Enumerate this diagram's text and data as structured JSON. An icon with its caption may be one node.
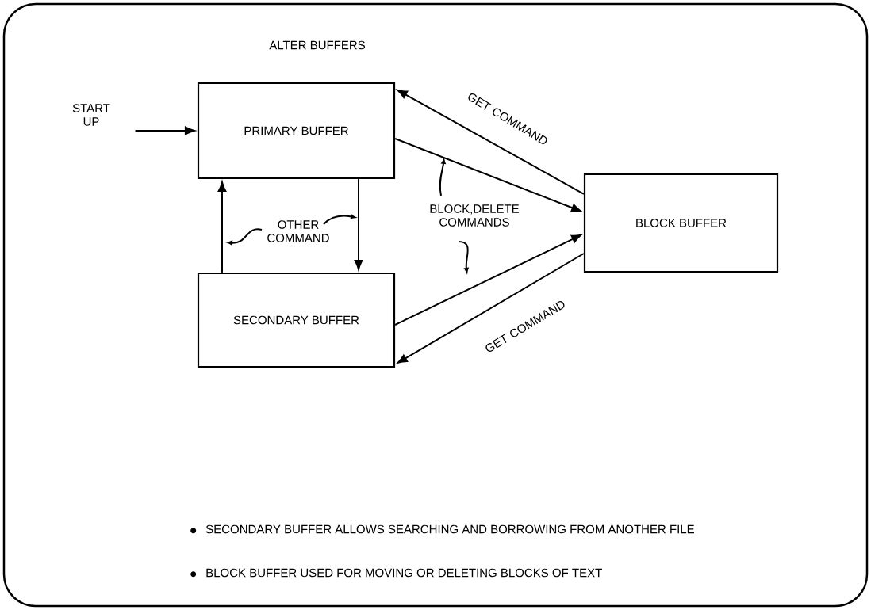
{
  "diagram": {
    "title": "ALTER BUFFERS",
    "nodes": [
      {
        "text": [
          "PRIMARY BUFFER"
        ]
      },
      {
        "text": [
          "SECONDARY BUFFER"
        ]
      },
      {
        "text": [
          "BLOCK BUFFER"
        ]
      },
      {
        "text": [
          "START UP"
        ]
      }
    ],
    "edges": [
      {
        "from": 3,
        "to": 0,
        "arrow": "to"
      },
      {
        "from": 0,
        "to": 1,
        "arrow": "to",
        "label": "OTHER COMMAND"
      },
      {
        "from": 1,
        "to": 0,
        "arrow": "to"
      },
      {
        "from": 2,
        "to": 0,
        "arrow": "to",
        "label": "GET COMMAND"
      },
      {
        "from": 0,
        "to": 2,
        "arrow": "to",
        "label": "BLOCK,DELETE COMMANDS"
      },
      {
        "from": 1,
        "to": 2,
        "arrow": "to"
      },
      {
        "from": 2,
        "to": 1,
        "arrow": "to",
        "label": "GET COMMAND"
      }
    ],
    "labels": [
      "SECONDARY BUFFER ALLOWS SEARCHING AND BORROWING FROM ANOTHER FILE",
      "BLOCK BUFFER USED FOR MOVING OR DELETING BLOCKS OF TEXT"
    ]
  }
}
